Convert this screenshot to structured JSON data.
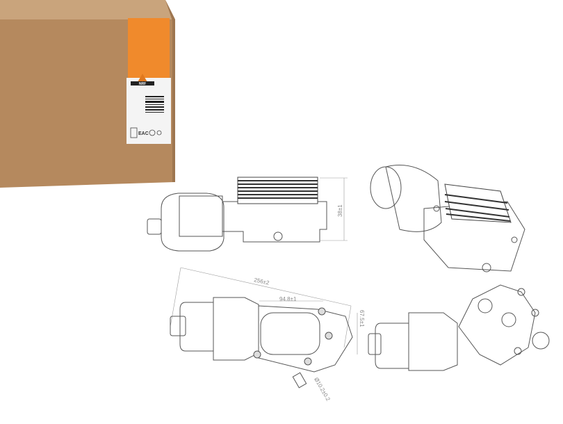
{
  "product_box": {
    "brand_label": "NRF",
    "box_color": "#b5895e",
    "label_color": "#f08a2c",
    "certification_mark": "EAC"
  },
  "technical_drawings": {
    "side_view": {
      "height_dimension": "38±1"
    },
    "top_view": {
      "length_dimension": "256±2",
      "width_dimension": "94.8±1",
      "mount_dimension": "67.5±1",
      "port_dimension": "Ø10.2±0.2"
    }
  }
}
